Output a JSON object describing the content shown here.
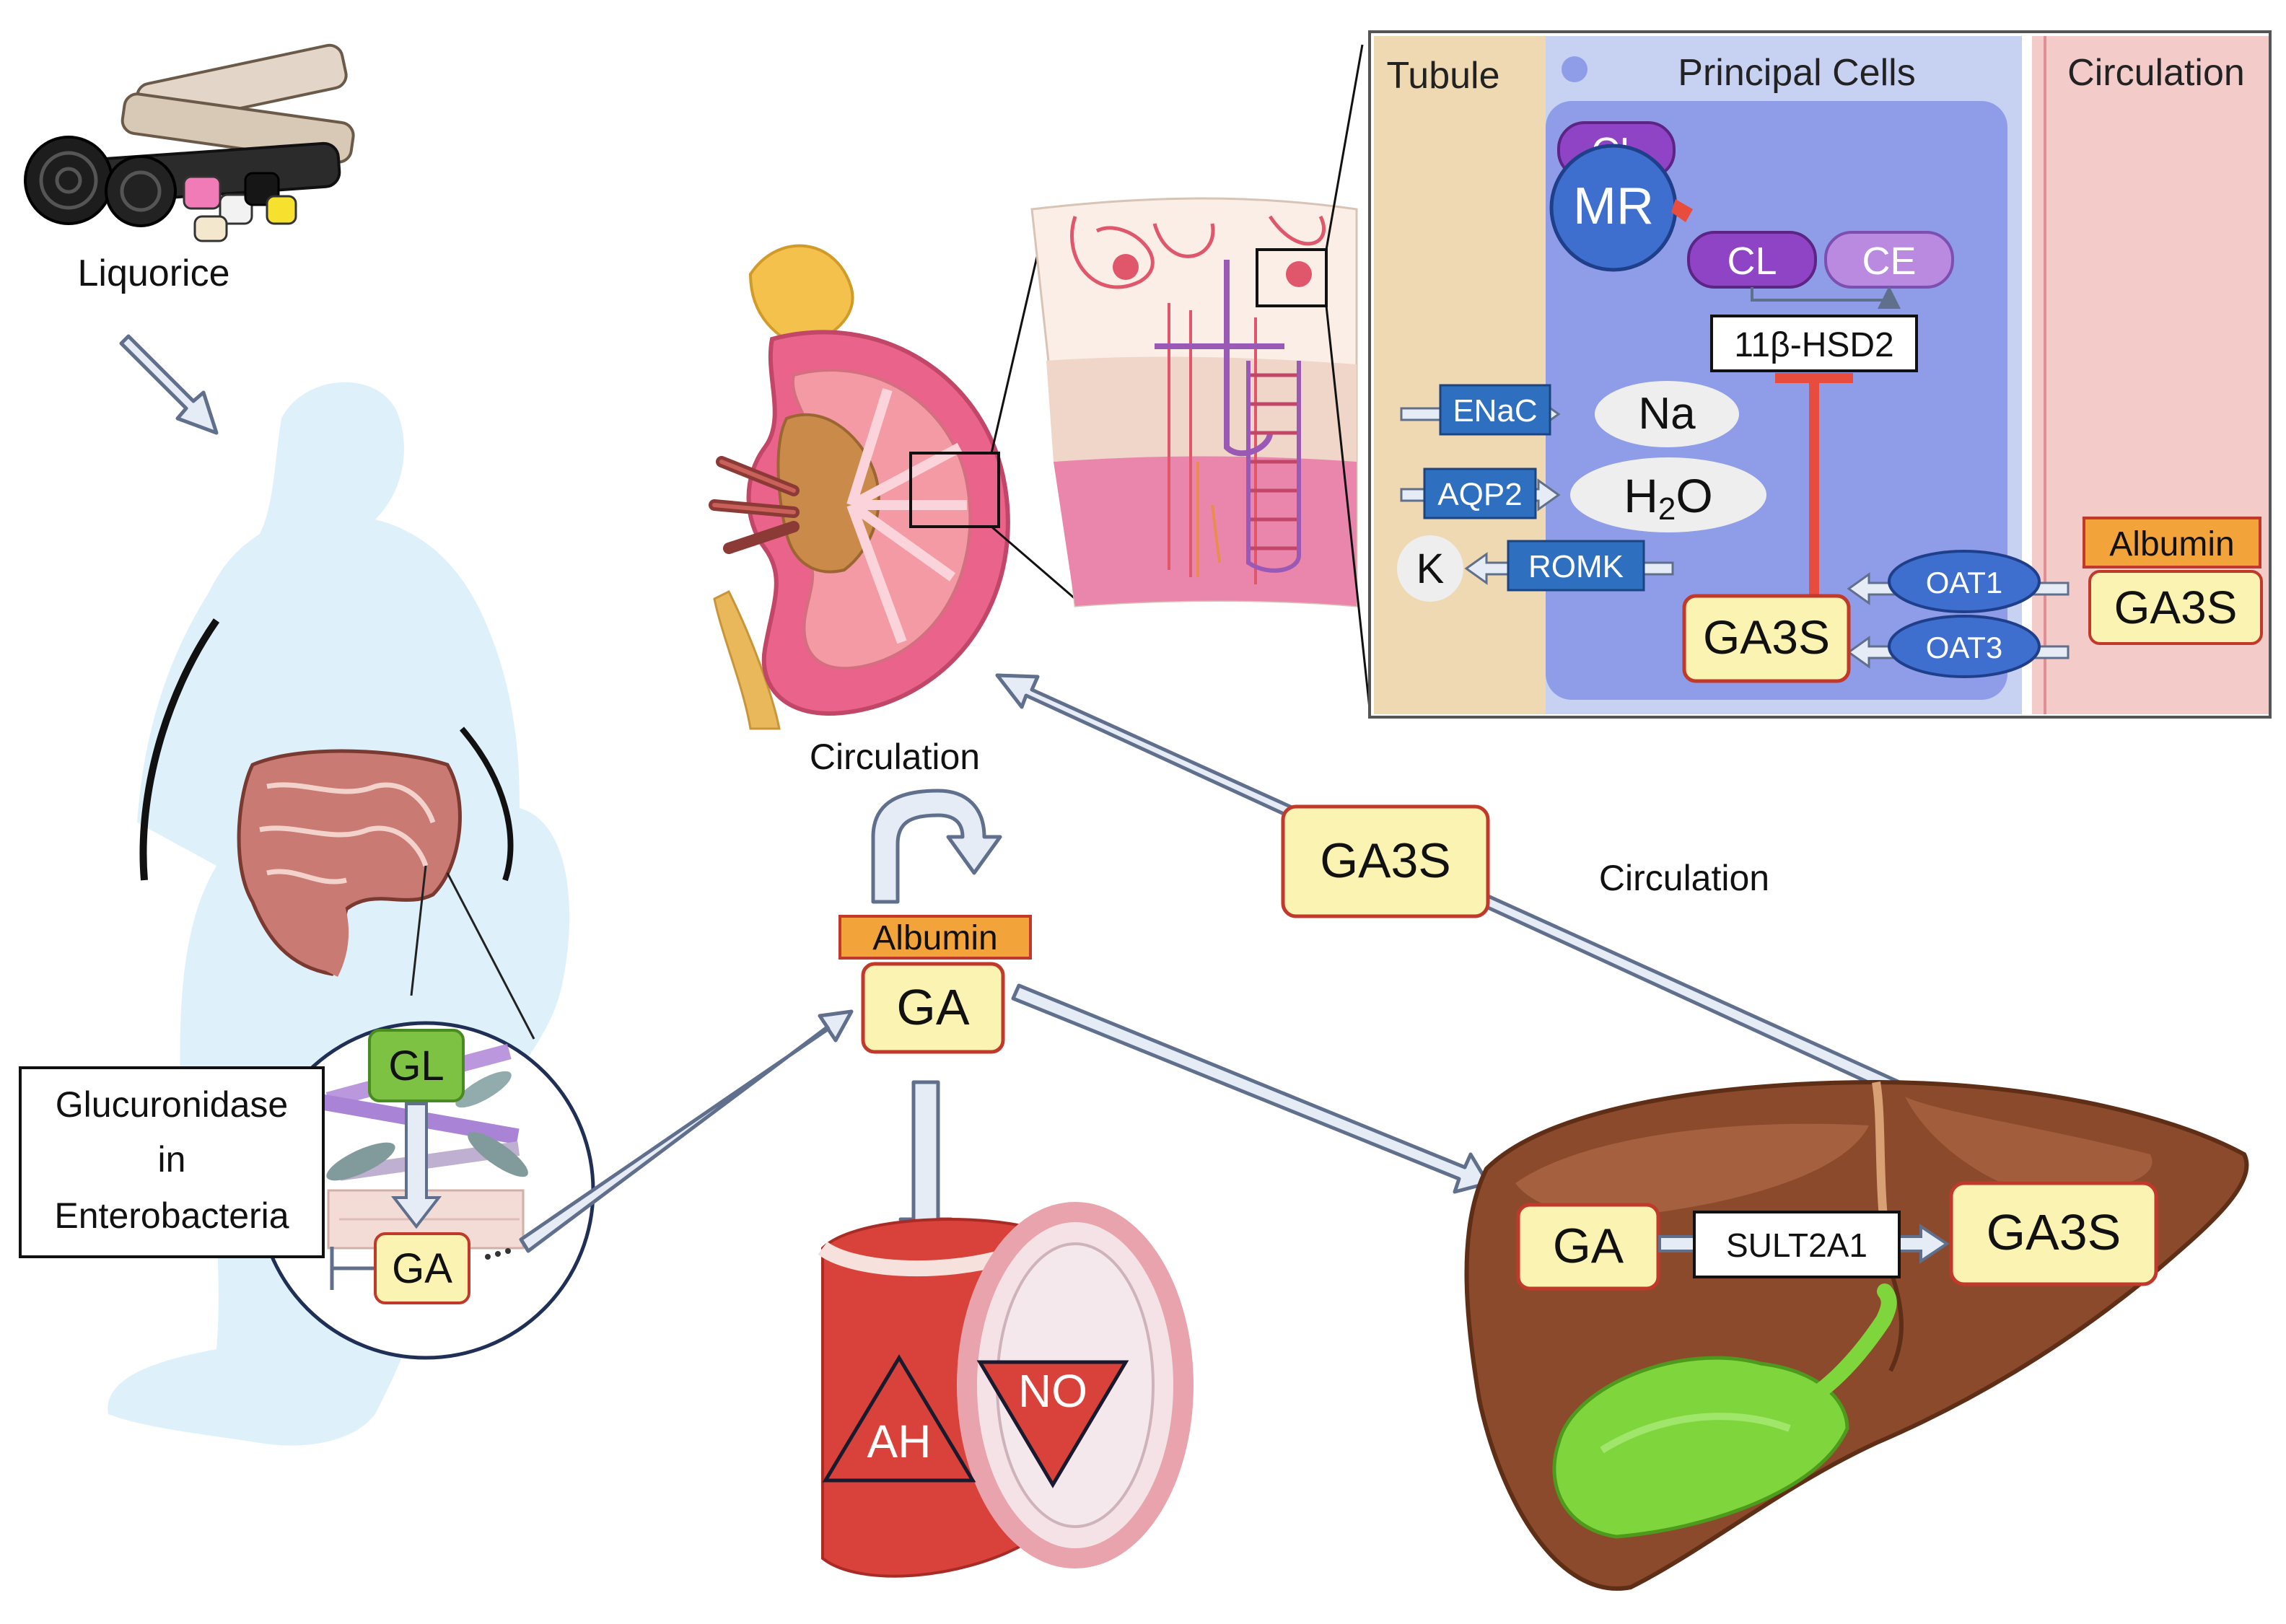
{
  "labels": {
    "liquorice": "Liquorice",
    "glucuronidase_line1": "Glucuronidase",
    "glucuronidase_line2": "in",
    "glucuronidase_line3": "Enterobacteria",
    "gl": "GL",
    "ga": "GA",
    "albumin": "Albumin",
    "circulation": "Circulation",
    "ga3s": "GA3S",
    "sult2a1": "SULT2A1",
    "ah": "AH",
    "no": "NO"
  },
  "inset": {
    "tubule": "Tubule",
    "principal_cells": "Principal Cells",
    "circulation": "Circulation",
    "cl": "CL",
    "mr": "MR",
    "ce": "CE",
    "hsd2": "11β-HSD2",
    "enac": "ENaC",
    "na": "Na",
    "aqp2": "AQP2",
    "h2o_h": "H",
    "h2o_sub": "2",
    "h2o_o": "O",
    "k": "K",
    "romk": "ROMK",
    "oat1": "OAT1",
    "oat3": "OAT3",
    "ga3s": "GA3S",
    "albumin": "Albumin"
  },
  "colors": {
    "arrow_fill": "#e6ecf6",
    "arrow_stroke": "#5f6f8c",
    "yellow_box": "#fbf3b1",
    "red_border": "#c0392b",
    "albumin_fill": "#f2a33a",
    "gl_green": "#7dc242",
    "cell_blue": "#8f9de8",
    "tubule_tan": "#efd9b2",
    "circ_pink": "#f3cbc9",
    "channel_blue": "#2f6fbf",
    "cl_purple": "#8e44c4",
    "ce_purple": "#b98ae0",
    "liver_brown": "#8b4a2b",
    "gall_green": "#7ed63c",
    "vessel_red": "#d9423a",
    "body_blue": "#def1fb"
  }
}
